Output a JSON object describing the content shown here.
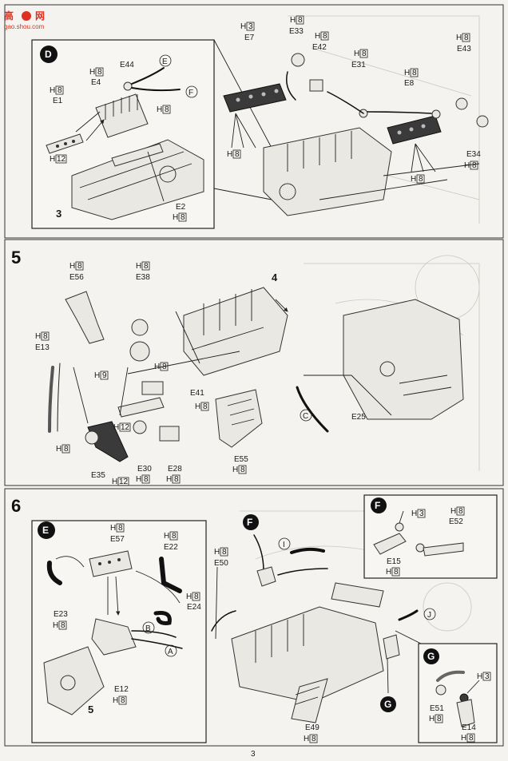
{
  "watermark": {
    "chars": "高",
    "text": "网",
    "url": "gao.shou.com",
    "color": "#e03020"
  },
  "page_number": "3",
  "section_top": {
    "inset_d": {
      "badge": "D",
      "labels": {
        "E44": "E44",
        "E4h": "H",
        "E4h_n": "8",
        "E4": "E4",
        "E1h": "H",
        "E1h_n": "8",
        "E1": "E1",
        "E44h": "H",
        "E44h_n": "8",
        "h12": "H",
        "h12_n": "12",
        "E2": "E2",
        "E2h": "H",
        "E2h_n": "8",
        "ref": "3"
      },
      "callouts": [
        "E",
        "F"
      ]
    },
    "main": {
      "labels": {
        "E7h": "H",
        "E7h_n": "3",
        "E7": "E7",
        "E33h": "H",
        "E33h_n": "8",
        "E33": "E33",
        "E42h": "H",
        "E42h_n": "8",
        "E42": "E42",
        "E31h": "H",
        "E31h_n": "8",
        "E31": "E31",
        "E8h": "H",
        "E8h_n": "8",
        "E8": "E8",
        "E43h": "H",
        "E43h_n": "8",
        "E43": "E43",
        "h8a": "H",
        "h8a_n": "8",
        "E34": "E34",
        "E34h": "H",
        "E34h_n": "8",
        "h8b": "H",
        "h8b_n": "8"
      }
    }
  },
  "step5": {
    "number": "5",
    "labels": {
      "E56h": "H",
      "E56h_n": "8",
      "E56": "E56",
      "E38h": "H",
      "E38h_n": "8",
      "E38": "E38",
      "ref": "4",
      "E13h": "H",
      "E13h_n": "8",
      "E13": "E13",
      "h9": "H",
      "h9_n": "9",
      "h8c": "H",
      "h8c_n": "8",
      "E41": "E41",
      "h8d": "H",
      "h8d_n": "8",
      "h12": "H",
      "h12_n": "12",
      "h8e": "H",
      "h8e_n": "8",
      "E35": "E35",
      "E30": "E30",
      "E30h": "H",
      "E30h_n": "8",
      "E28": "E28",
      "E28h": "H",
      "E28h_n": "8",
      "h12b": "H",
      "h12b_n": "12",
      "E55": "E55",
      "E55h": "H",
      "E55h_n": "8",
      "E25": "E25"
    },
    "callout": "C"
  },
  "step6": {
    "number": "6",
    "inset_e": {
      "badge": "E",
      "labels": {
        "E57h": "H",
        "E57h_n": "8",
        "E57": "E57",
        "E22h": "H",
        "E22h_n": "8",
        "E22": "E22",
        "E24h": "H",
        "E24h_n": "8",
        "E24": "E24",
        "E23": "E23",
        "E23h": "H",
        "E23h_n": "8",
        "E12": "E12",
        "E12h": "H",
        "E12h_n": "8",
        "ref": "5"
      },
      "callouts": [
        "B",
        "A"
      ]
    },
    "main": {
      "badge_f": "F",
      "badge_g": "G",
      "labels": {
        "E50h": "H",
        "E50h_n": "8",
        "E50": "E50",
        "E49": "E49",
        "E49h": "H",
        "E49h_n": "8"
      },
      "callouts": [
        "I",
        "J"
      ]
    },
    "inset_f": {
      "badge": "F",
      "labels": {
        "h3": "H",
        "h3_n": "3",
        "E52h": "H",
        "E52h_n": "8",
        "E52": "E52",
        "E15": "E15",
        "E15h": "H",
        "E15h_n": "8"
      }
    },
    "inset_g": {
      "badge": "G",
      "labels": {
        "h3": "H",
        "h3_n": "3",
        "E51": "E51",
        "E51h": "H",
        "E51h_n": "8",
        "E14": "E14",
        "E14h": "H",
        "E14h_n": "8"
      }
    }
  }
}
